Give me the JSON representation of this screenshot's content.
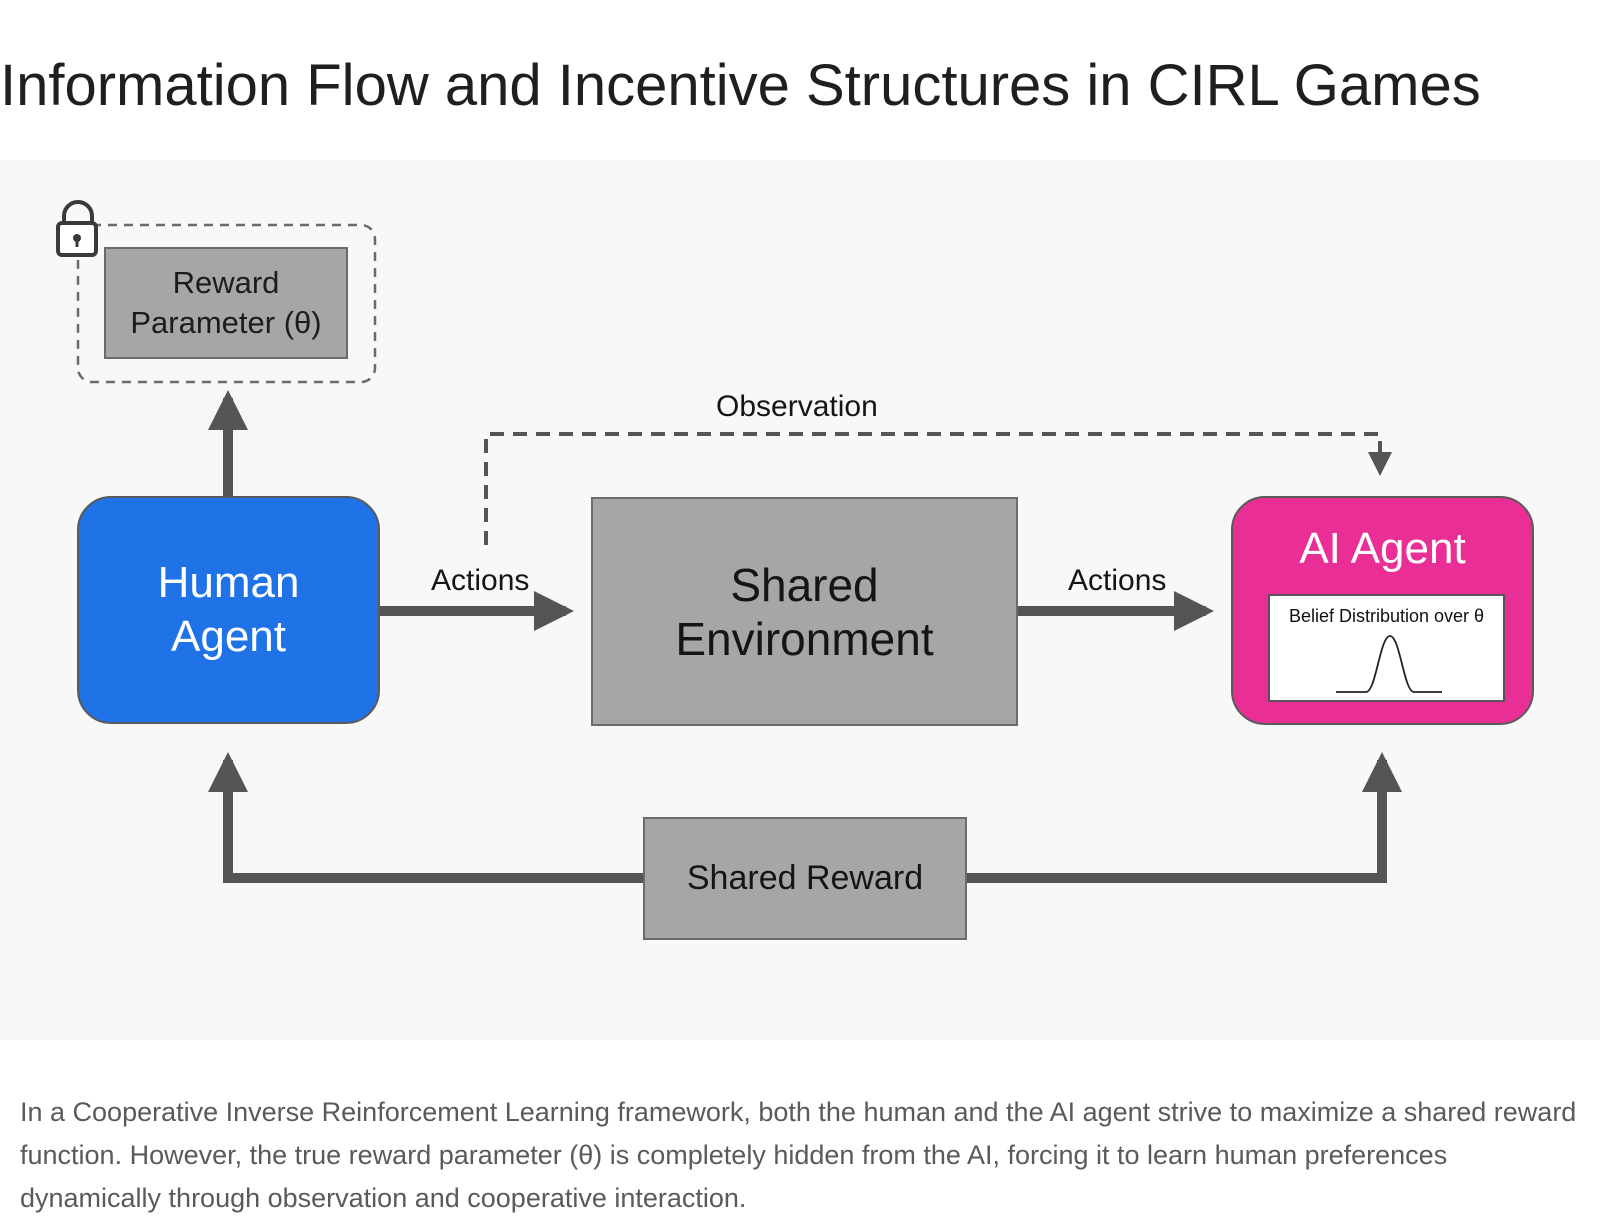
{
  "page": {
    "title": "Information Flow and Incentive Structures in CIRL Games",
    "caption": "In a Cooperative Inverse Reinforcement Learning framework, both the human and the AI agent strive to maximize a shared reward function. However, the true reward parameter (θ) is completely hidden from the AI, forcing it to learn human preferences dynamically through observation and cooperative interaction."
  },
  "diagram": {
    "nodes": {
      "reward_parameter": "Reward\nParameter (θ)",
      "human_agent": "Human\nAgent",
      "shared_environment": "Shared\nEnvironment",
      "ai_agent": "AI Agent",
      "belief_distribution": "Belief Distribution over θ",
      "shared_reward": "Shared Reward"
    },
    "edges": {
      "observation": "Observation",
      "actions_human_to_env": "Actions",
      "actions_env_to_ai": "Actions"
    },
    "icons": {
      "lock": "lock-icon",
      "belief_curve": "bell-curve-icon"
    },
    "colors": {
      "human_agent": "#1f73e6",
      "ai_agent": "#e92f96",
      "gray_box": "#a6a6a6",
      "arrow": "#555555"
    }
  }
}
